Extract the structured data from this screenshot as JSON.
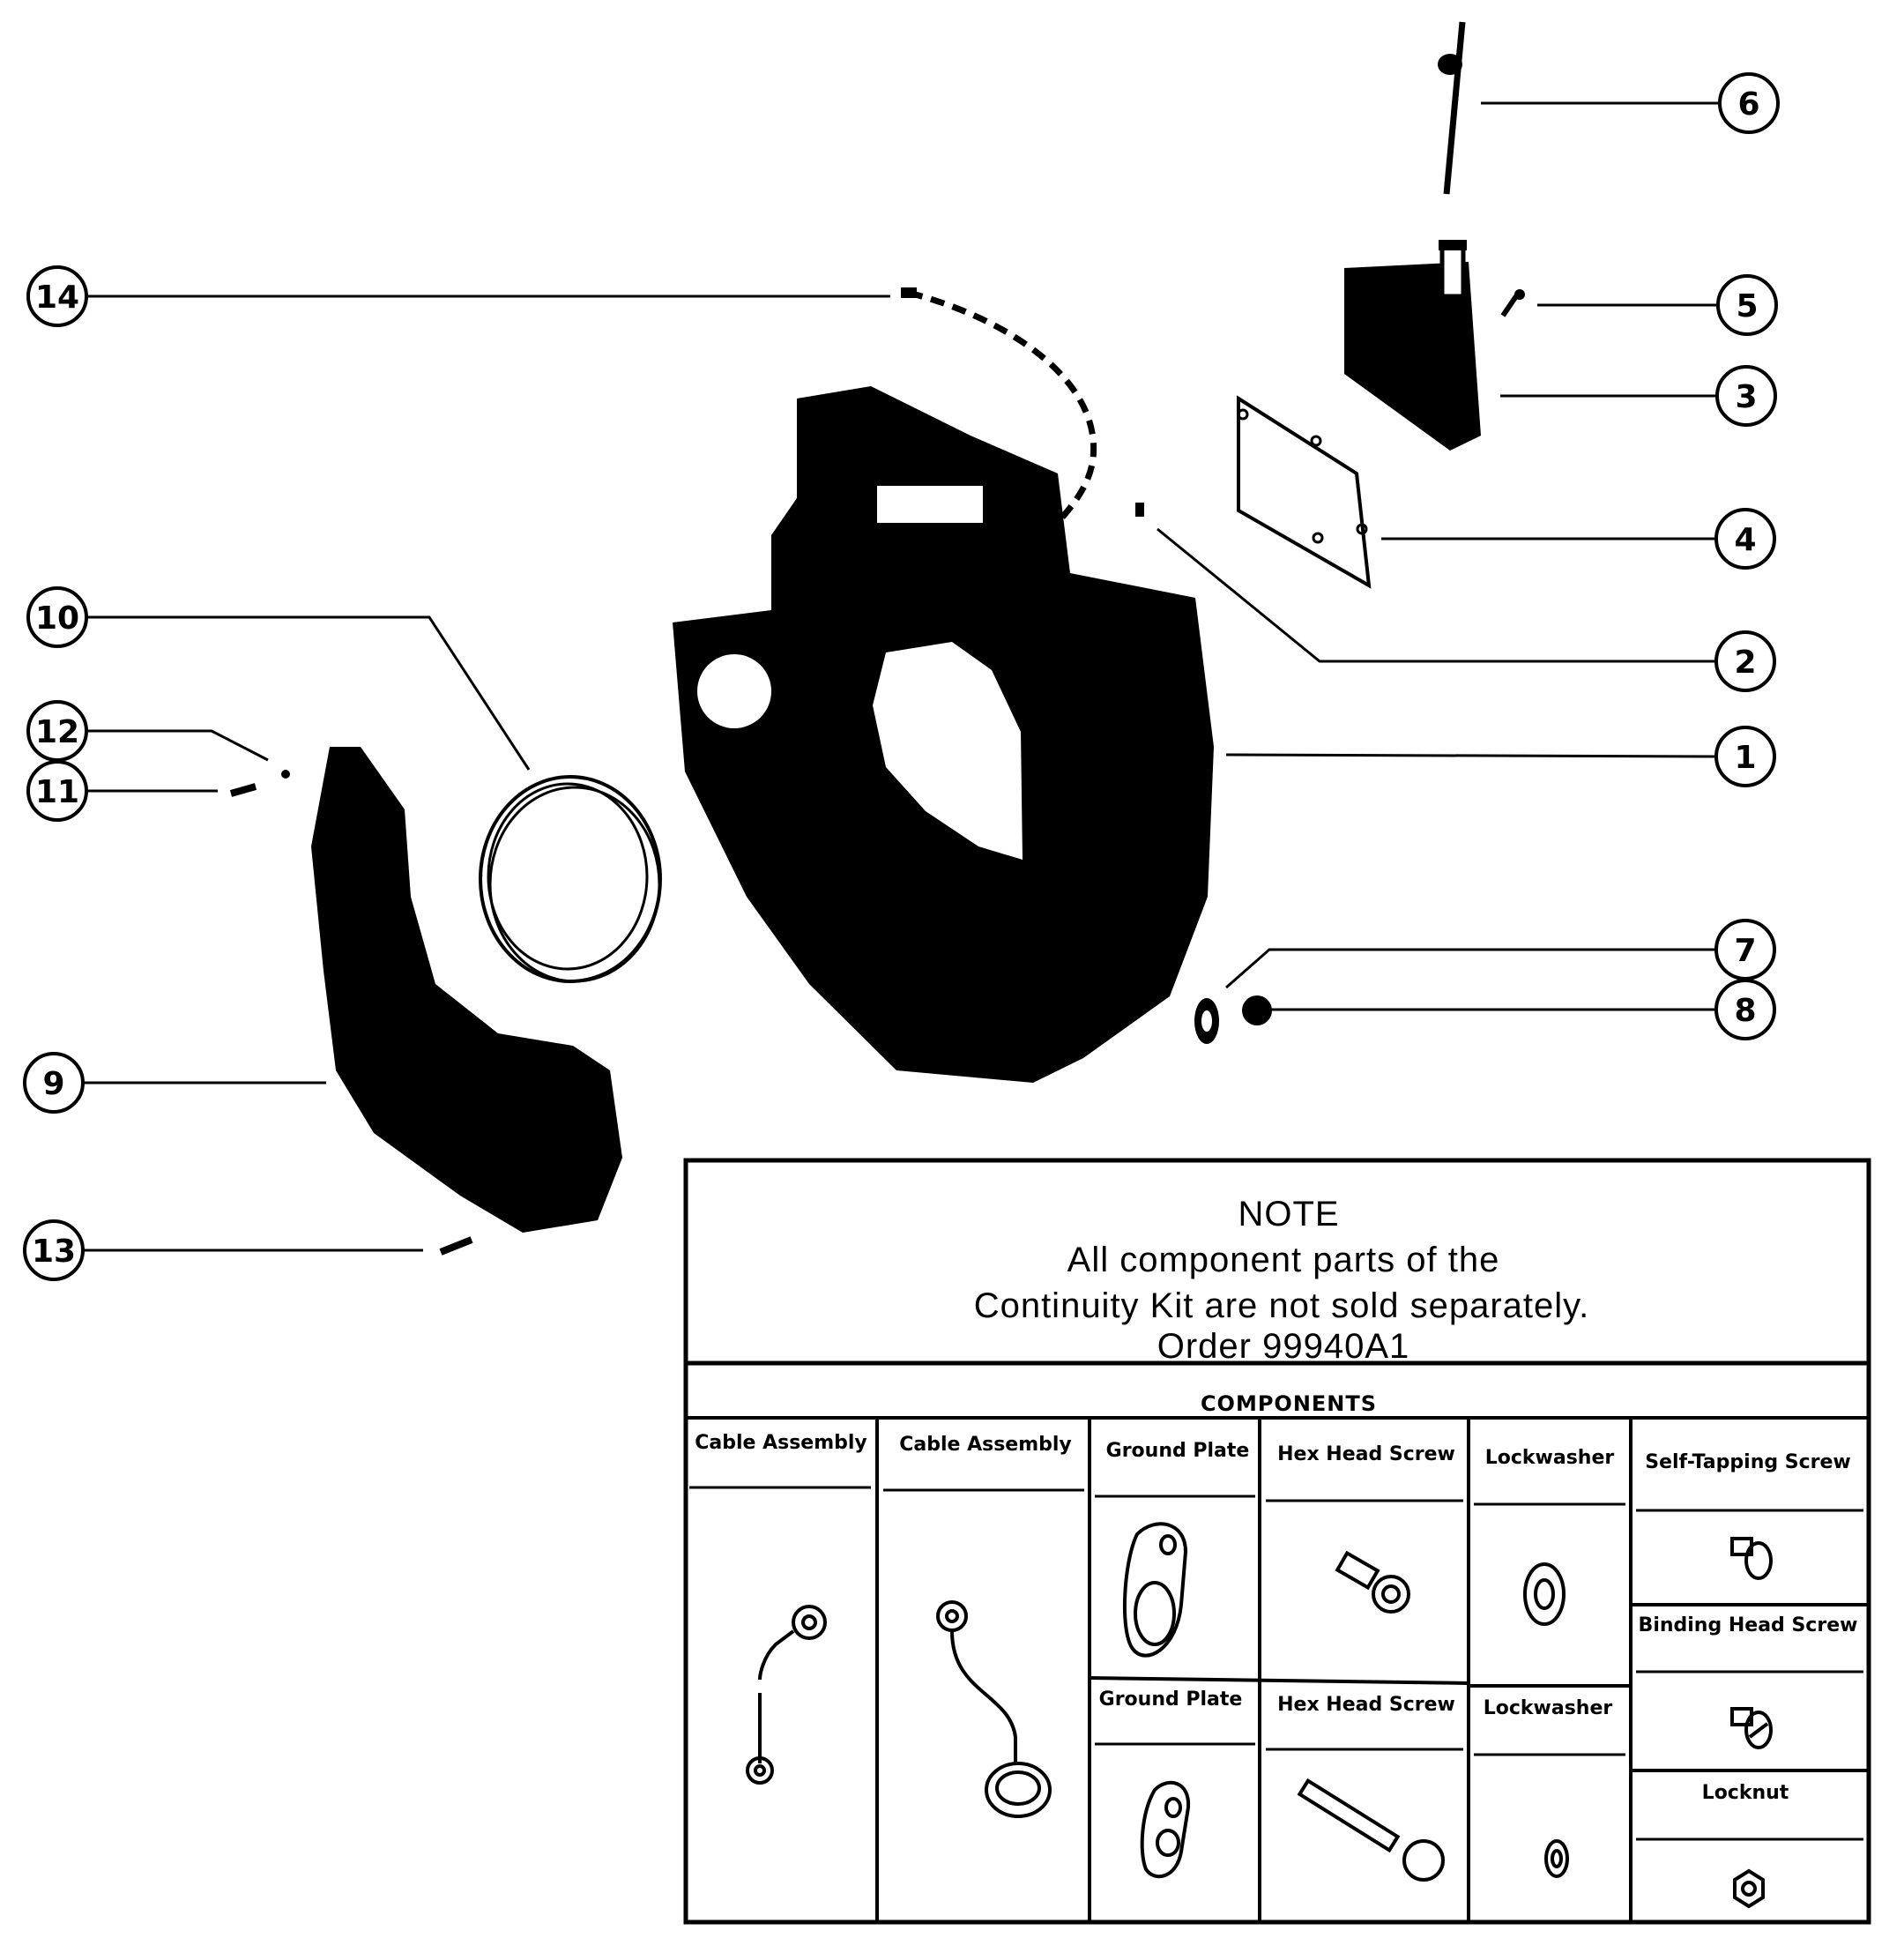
{
  "callouts": {
    "c1": "1",
    "c2": "2",
    "c3": "3",
    "c4": "4",
    "c5": "5",
    "c6": "6",
    "c7": "7",
    "c8": "8",
    "c9": "9",
    "c10": "10",
    "c11": "11",
    "c12": "12",
    "c13": "13",
    "c14": "14"
  },
  "note": {
    "title": "NOTE",
    "line1": "All component parts of the",
    "line2": "Continuity Kit are not sold separately.",
    "line3": "Order 99940A1"
  },
  "components": {
    "title": "COMPONENTS",
    "cable_assembly_1": "Cable Assembly",
    "cable_assembly_2": "Cable Assembly",
    "ground_plate_1": "Ground Plate",
    "ground_plate_2": "Ground Plate",
    "hex_head_screw_1": "Hex Head Screw",
    "hex_head_screw_2": "Hex Head Screw",
    "lockwasher_1": "Lockwasher",
    "lockwasher_2": "Lockwasher",
    "self_tapping_screw": "Self-Tapping Screw",
    "binding_head_screw": "Binding Head Screw",
    "locknut": "Locknut"
  }
}
